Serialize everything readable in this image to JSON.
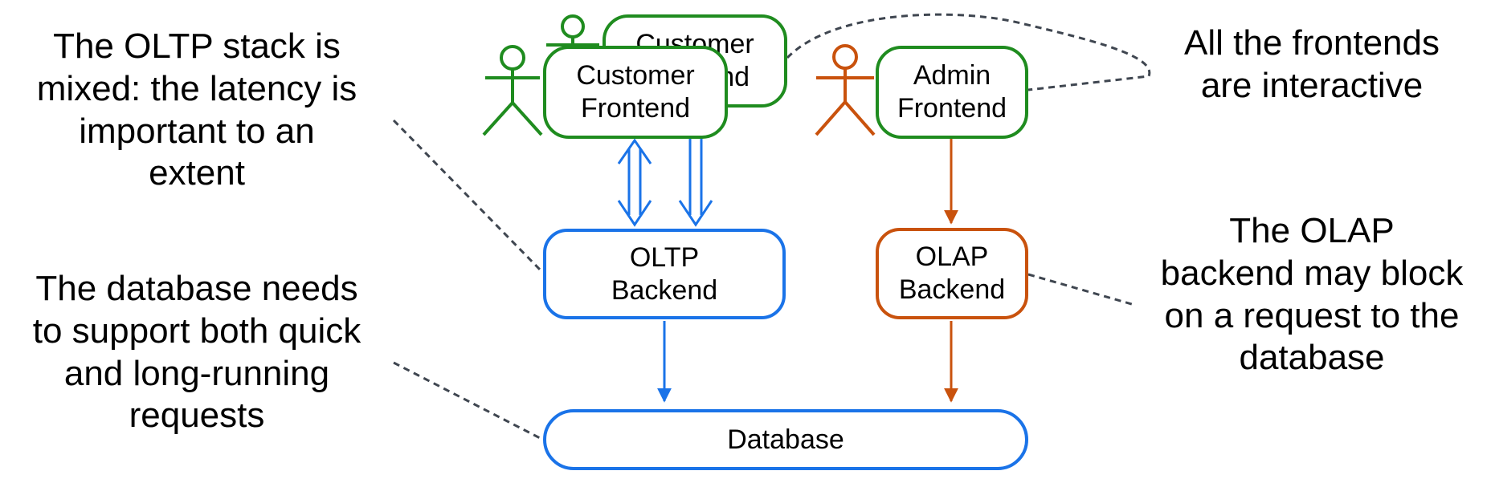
{
  "nodes": {
    "customer_frontend_back": {
      "line1": "Customer",
      "line2": "Frontend"
    },
    "customer_frontend": {
      "line1": "Customer",
      "line2": "Frontend"
    },
    "admin_frontend": {
      "line1": "Admin",
      "line2": "Frontend"
    },
    "oltp_backend": {
      "line1": "OLTP",
      "line2": "Backend"
    },
    "olap_backend": {
      "line1": "OLAP",
      "line2": "Backend"
    },
    "database": {
      "label": "Database"
    }
  },
  "notes": {
    "oltp_stack": [
      "The OLTP stack is",
      "mixed: the latency is",
      "important to an",
      "extent"
    ],
    "database_support": [
      "The database needs",
      "to support both quick",
      "and long-running",
      "requests"
    ],
    "frontends_interactive": [
      "All the frontends",
      "are interactive"
    ],
    "olap_block": [
      "The OLAP",
      "backend may block",
      "on a request to the",
      "database"
    ]
  },
  "colors": {
    "customer": "#1f8c1f",
    "oltp": "#1a73e8",
    "admin": "#c9520d",
    "note_line": "#3f4650"
  }
}
